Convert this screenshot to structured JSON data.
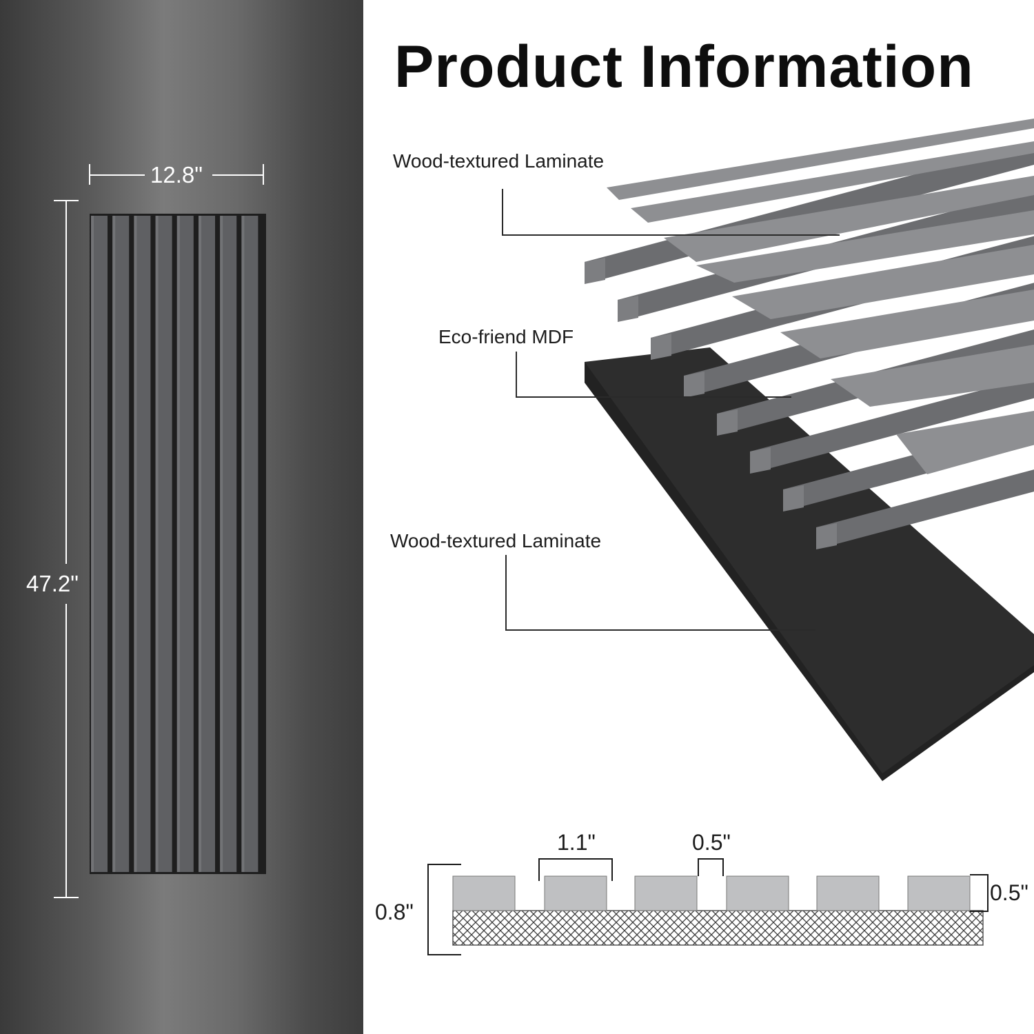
{
  "panel": {
    "width_label": "12.8\"",
    "height_label": "47.2\"",
    "slat_count": 8
  },
  "title": "Product Information",
  "layers": {
    "top": "Wood-textured Laminate",
    "middle": "Eco-friend MDF",
    "bottom": "Wood-textured Laminate"
  },
  "cross_section": {
    "slat_width": "1.1\"",
    "gap_width": "0.5\"",
    "total_thickness": "0.8\"",
    "slat_thickness": "0.5\""
  },
  "colors": {
    "laminate_grey": "#8e8f92",
    "mdf_black": "#2b2b2b",
    "slat_grey": "#6c6d70",
    "section_fill": "#bfc0c2"
  }
}
